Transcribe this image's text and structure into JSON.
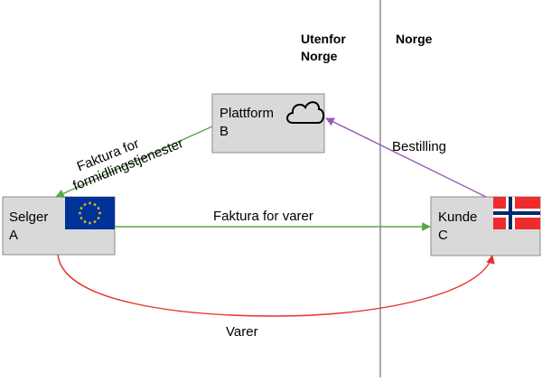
{
  "regions": {
    "outside": {
      "line1": "Utenfor",
      "line2": "Norge"
    },
    "inside": "Norge"
  },
  "nodes": {
    "platform": {
      "line1": "Plattform",
      "line2": "B",
      "icon": "cloud-icon"
    },
    "seller": {
      "line1": "Selger",
      "line2": "A",
      "icon": "eu-flag-icon"
    },
    "customer": {
      "line1": "Kunde",
      "line2": "C",
      "icon": "norway-flag-icon"
    }
  },
  "edges": {
    "platform_to_seller": {
      "line1": "Faktura for",
      "line2": "formidlingstjenester",
      "color": "#5aa64a"
    },
    "seller_to_customer": {
      "label": "Faktura for varer",
      "color": "#5aa64a"
    },
    "customer_to_platform": {
      "label": "Bestilling",
      "color": "#9b59b6"
    },
    "goods": {
      "label": "Varer",
      "color": "#e8312a"
    }
  },
  "colors": {
    "box_fill": "#d9d9d9",
    "box_stroke": "#8c8c8c",
    "divider": "#6e6e6e",
    "eu_blue": "#003399",
    "eu_star": "#ffcc00",
    "no_red": "#ef2b2d",
    "no_blue": "#002868"
  }
}
